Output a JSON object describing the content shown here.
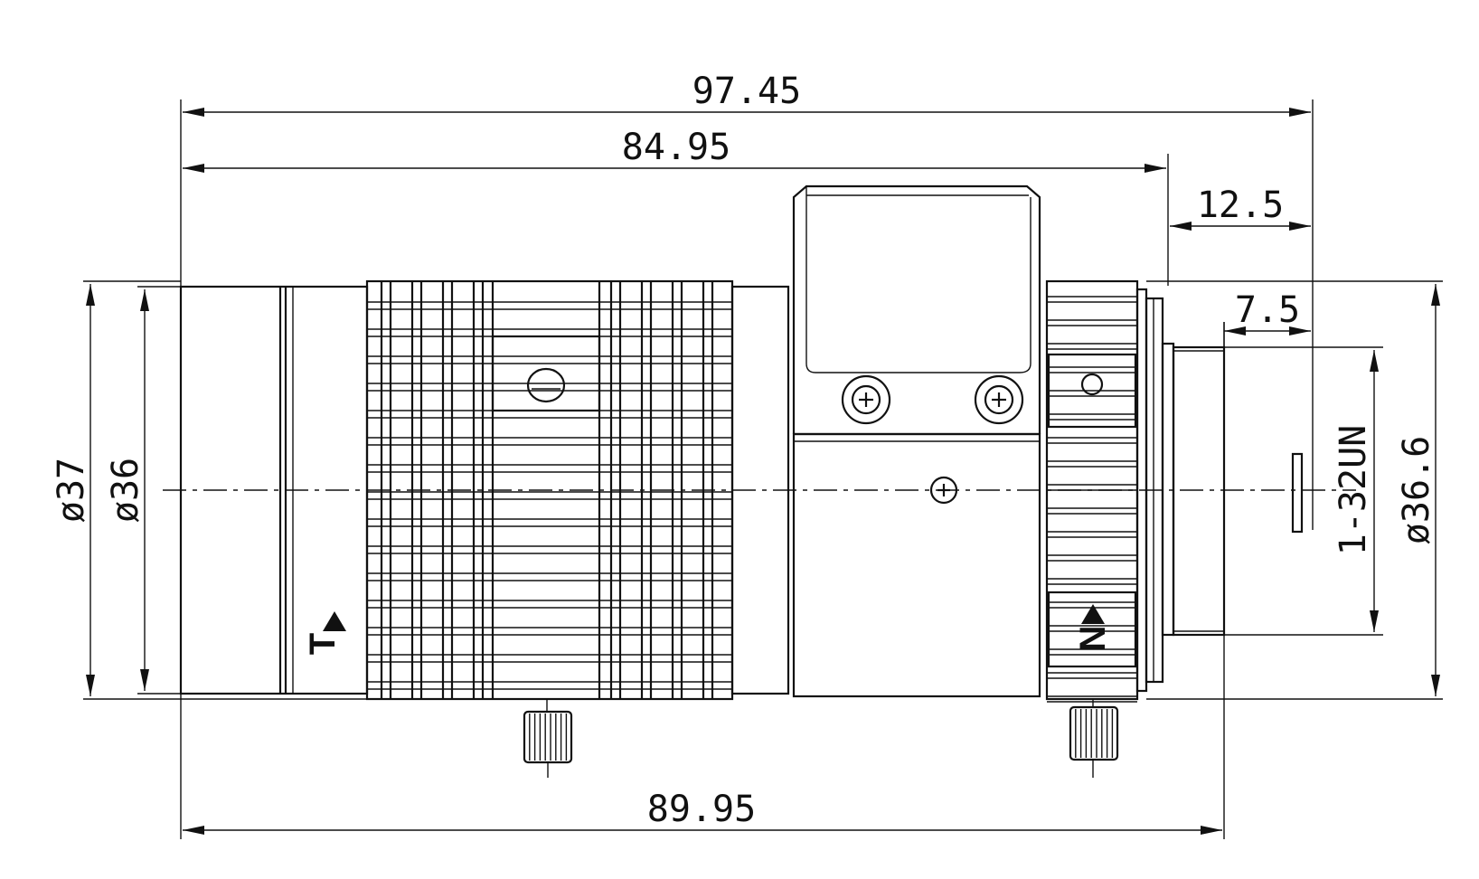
{
  "dimensions": {
    "overall_length": "97.45",
    "body_length": "84.95",
    "extended_length": "89.95",
    "mount_offset": "12.5",
    "thread_length": "7.5",
    "front_diameter_outer": "ø37",
    "front_diameter_inner": "ø36",
    "mount_diameter": "ø36.6",
    "thread_spec": "1-32UN"
  },
  "markings": {
    "zoom_ring_letter": "T",
    "focus_ring_letter": "N"
  },
  "colors": {
    "ink": "#111111",
    "paper": "#ffffff"
  }
}
